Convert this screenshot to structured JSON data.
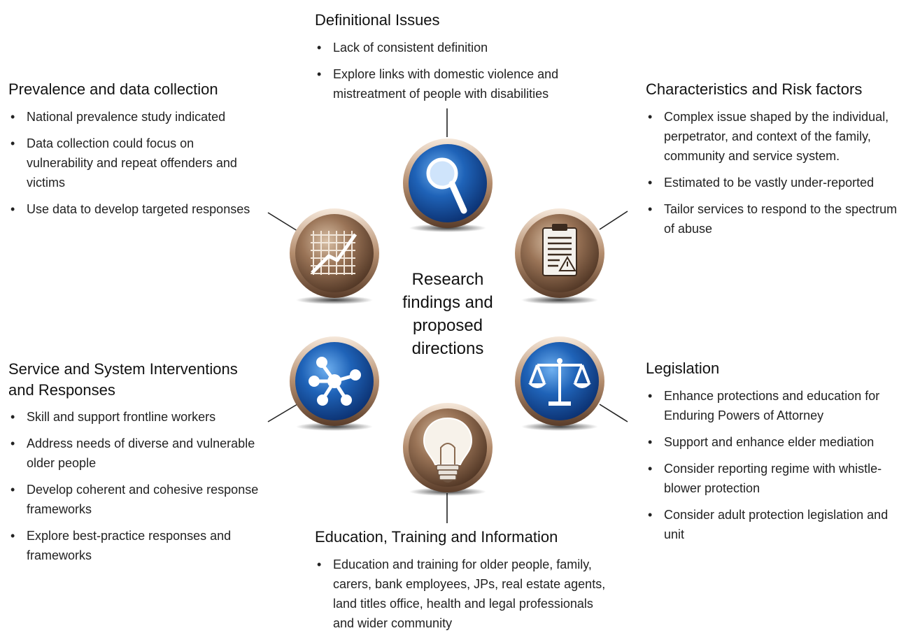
{
  "center_label": "Research findings and proposed directions",
  "sections": {
    "definitional": {
      "title": "Definitional Issues",
      "bullets": [
        "Lack of consistent definition",
        "Explore links with domestic violence and mistreatment of people with disabilities"
      ]
    },
    "prevalence": {
      "title": "Prevalence and data collection",
      "bullets": [
        "National prevalence study indicated",
        "Data collection could focus on vulnerability and repeat offenders and victims",
        "Use data to develop targeted responses"
      ]
    },
    "characteristics": {
      "title": "Characteristics and Risk factors",
      "bullets": [
        "Complex issue shaped by the individual, perpetrator, and context of the family, community and service system.",
        "Estimated to be vastly under-reported",
        "Tailor services to respond to the spectrum of abuse"
      ]
    },
    "service": {
      "title": "Service and System Interventions and Responses",
      "bullets": [
        "Skill and support frontline workers",
        "Address needs of diverse and vulnerable older people",
        "Develop coherent and cohesive response frameworks",
        "Explore best-practice responses and frameworks"
      ]
    },
    "legislation": {
      "title": "Legislation",
      "bullets": [
        "Enhance protections and education for Enduring Powers of Attorney",
        "Support and enhance elder mediation",
        "Consider reporting regime with whistle-blower protection",
        "Consider adult protection legislation and unit"
      ]
    },
    "education": {
      "title": "Education, Training and Information",
      "bullets": [
        "Education and training for older people, family, carers, bank employees, JPs, real estate agents, land titles office, health and legal professionals and wider community"
      ]
    }
  },
  "icons": {
    "magnifier": "magnifying-glass-icon",
    "chart": "line-chart-icon",
    "clipboard": "clipboard-warning-icon",
    "network": "network-icon",
    "scales": "scales-of-justice-icon",
    "bulb": "light-bulb-icon"
  },
  "colors": {
    "blue": "#1f63b8",
    "bronze": "#9a7457",
    "text": "#1a1a1a"
  }
}
